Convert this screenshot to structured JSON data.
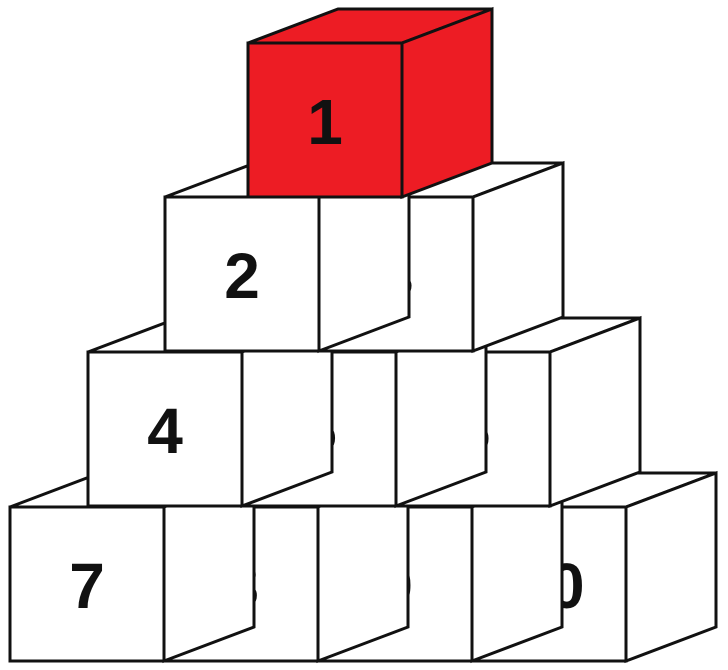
{
  "colors": {
    "highlight": "#ED1C24",
    "block": "#FFFFFF",
    "outline": "#111111"
  },
  "rows": [
    {
      "blocks": [
        {
          "label": "1",
          "highlighted": true
        }
      ]
    },
    {
      "blocks": [
        {
          "label": "2",
          "highlighted": false
        },
        {
          "label": "3",
          "highlighted": false
        }
      ]
    },
    {
      "blocks": [
        {
          "label": "4",
          "highlighted": false
        },
        {
          "label": "5",
          "highlighted": false
        },
        {
          "label": "6",
          "highlighted": false
        }
      ]
    },
    {
      "blocks": [
        {
          "label": "7",
          "highlighted": false
        },
        {
          "label": "8",
          "highlighted": false
        },
        {
          "label": "9",
          "highlighted": false
        },
        {
          "label": "10",
          "highlighted": false
        }
      ]
    }
  ]
}
